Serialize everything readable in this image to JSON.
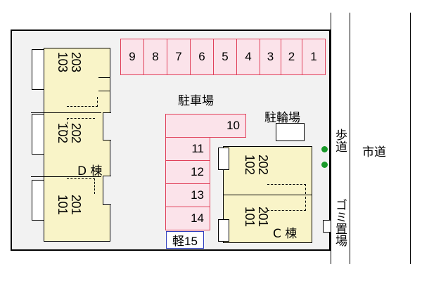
{
  "labels": {
    "parking": "駐車場",
    "bicycle_parking": "駐輪場",
    "sidewalk": "歩道",
    "city_road": "市道",
    "garbage_area": "ゴミ置場",
    "building_d": "D 棟",
    "building_c": "C 棟"
  },
  "parking_top": [
    "9",
    "8",
    "7",
    "6",
    "5",
    "4",
    "3",
    "2",
    "1"
  ],
  "parking_middle": [
    "10",
    "11",
    "12",
    "13",
    "14"
  ],
  "light_car_space": "軽15",
  "building_d_units": [
    "203 103",
    "202 102",
    "201 101"
  ],
  "building_c_units": [
    "202 102",
    "201 101"
  ],
  "colors": {
    "parking_fill": "#fbe3ea",
    "parking_border": "#e0405a",
    "building_fill": "#f9f4c8",
    "light_car_border": "#2f3fbf",
    "site_fill": "#f2f2f2",
    "tree": "#1a9a2a"
  }
}
